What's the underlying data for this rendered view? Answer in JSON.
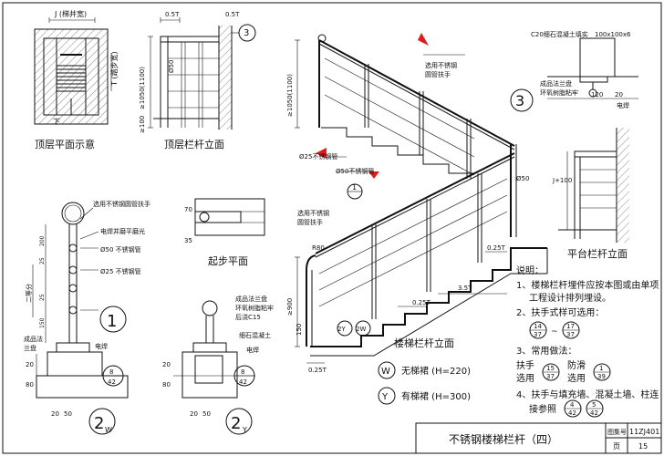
{
  "title_block": {
    "title": "不锈钢楼梯栏杆（四）",
    "atlas_label": "图集号",
    "atlas_no": "11ZJ401",
    "page_label": "页",
    "page_no": "15"
  },
  "views": {
    "top_plan": "顶层平面示意",
    "top_rail_elev": "顶层栏杆立面",
    "start_plan": "起步平面",
    "stair_rail_elev": "楼梯栏杆立面",
    "platform_rail_elev": "平台栏杆立面"
  },
  "labels": {
    "stair_width": "J (梯井宽)",
    "t_width": "T (踏步宽)",
    "down": "下",
    "handrail_sst_pipe": "选用不锈钢圆管扶手",
    "handrail_sst_pipe2": "选用不锈钢",
    "handrail_sst_pipe2b": "圆管扶手",
    "weld_polish": "电焊并磨平磨光",
    "phi50": "Ø50 不锈钢管",
    "phi25": "Ø25 不锈钢管",
    "phi25_short": "Ø25不锈钢管",
    "phi50_short": "Ø50不锈钢管",
    "phi50_dim": "Ø50",
    "c20": "C20细石混凝土填实",
    "plate": "100x100x6",
    "finished_plate": "成品法兰盘",
    "epoxy": "环氧树脂粘牢",
    "weld": "电焊",
    "finished_pan": "成品法",
    "finished_pan2": "兰盘",
    "c15_1": "成品法兰盘",
    "c15_2": "环氧树脂粘牢",
    "c15_3": "后浇C15",
    "c15_4": "细石混凝土",
    "c15_5": "电焊",
    "equal": "二等分",
    "r80": "R80",
    "dim_05t": "0.5T",
    "dim_025t": "0.25T",
    "dim_35t": "3.5T",
    "dim_j100": "J+100",
    "dim_900": "≥900",
    "dim_1050": "≥1050(1100)",
    "dim_100": "≥100",
    "dim_120": "120",
    "dim_20": "20",
    "dim_50": "50",
    "dim_80": "80",
    "dim_70": "70",
    "dim_35": "35",
    "dim_25": "25",
    "dim_150": "150",
    "dim_200": "200"
  },
  "legend": {
    "w_letter": "W",
    "w_text": "无梯裙 (H=220)",
    "y_letter": "Y",
    "y_text": "有梯裙 (H=300)"
  },
  "markers": {
    "m1": "1",
    "m2": "2",
    "m3": "3",
    "w": "W",
    "y": "Y",
    "ref_8_42_top": "8",
    "ref_8_42_bot": "42",
    "ref_2y": "2Y",
    "ref_2w": "2W"
  },
  "notes": {
    "heading": "说明：",
    "n1a": "1、楼梯栏杆埋件应按本图或由单项",
    "n1b": "工程设计排列埋设。",
    "n2": "2、扶手式样可选用：",
    "n2_ref1_top": "14",
    "n2_ref1_bot": "37",
    "n2_sep": "~",
    "n2_ref2_top": "17",
    "n2_ref2_bot": "37",
    "n3": "3、常用做法：",
    "n3_a": "扶手",
    "n3_a2": "选用",
    "n3_ref1_top": "15",
    "n3_ref1_bot": "37",
    "n3_b": "防滑",
    "n3_b2": "选用",
    "n3_ref2_top": "1",
    "n3_ref2_bot": "39",
    "n4a": "4、扶手与填充墙、混凝土墙、柱连",
    "n4b": "接参照",
    "n4_ref1_top": "4",
    "n4_ref1_bot": "42",
    "n4_ref2_top": "5",
    "n4_ref2_bot": "42"
  }
}
